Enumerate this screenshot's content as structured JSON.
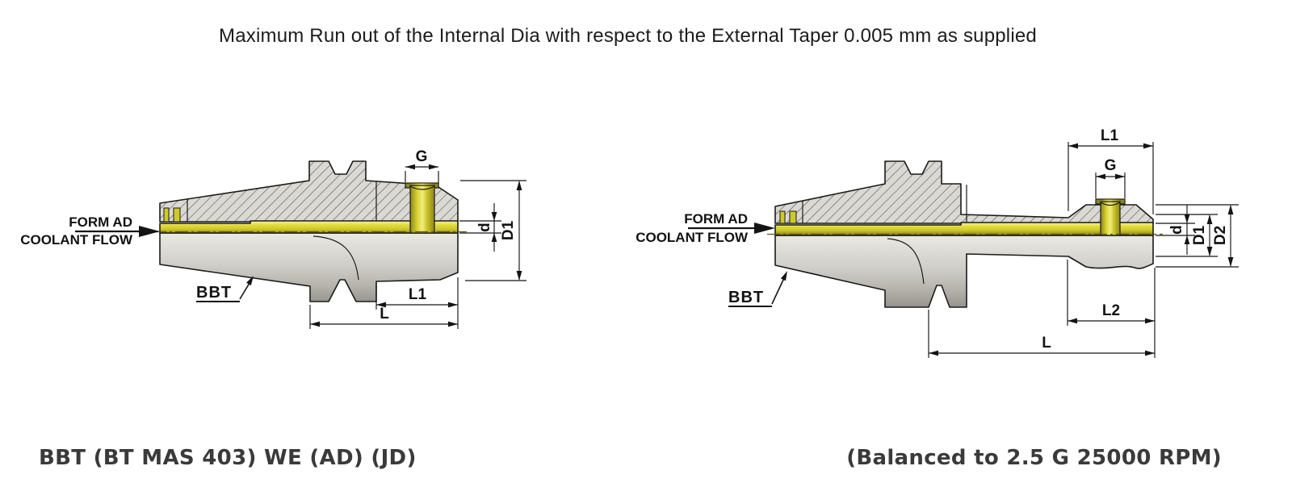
{
  "title": "Maximum Run out of the Internal Dia with respect to the External Taper 0.005 mm as supplied",
  "left": {
    "caption": "BBT (BT MAS 403) WE (AD) (JD)",
    "form_ad": "FORM AD",
    "coolant_flow": "COOLANT FLOW",
    "holder_label": "BBT",
    "dims": {
      "g": "G",
      "d": "d",
      "d1": "D1",
      "l1": "L1",
      "l": "L"
    }
  },
  "right": {
    "caption": "(Balanced to 2.5 G 25000 RPM)",
    "form_ad": "FORM AD",
    "coolant_flow": "COOLANT FLOW",
    "holder_label": "BBT",
    "dims": {
      "g": "G",
      "d": "d",
      "d1": "D1",
      "d2": "D2",
      "l1": "L1",
      "l2": "L2",
      "l": "L"
    }
  },
  "colors": {
    "coolant_yellow": "#d0c92c",
    "body_light": "#eae9e4",
    "body_dark": "#908e87",
    "hatch_background": "#dad9d4",
    "outline": "#1b1b19",
    "dimension": "#141414",
    "caption_text": "#3a3a3a"
  }
}
